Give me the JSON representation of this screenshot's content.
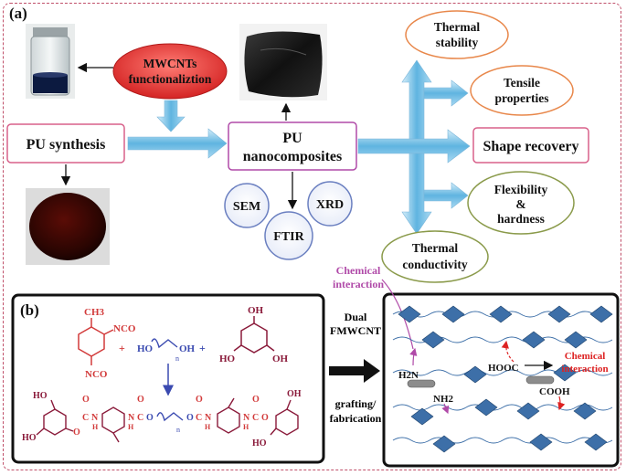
{
  "panel_a": {
    "label": "(a)",
    "mwcnt": [
      "MWCNTs",
      "functionaliztion"
    ],
    "pu_synthesis": "PU synthesis",
    "pu_nano": [
      "PU",
      "nanocomposites"
    ],
    "sem": "SEM",
    "ftir": "FTIR",
    "xrd": "XRD",
    "thermal_stability": [
      "Thermal",
      "stability"
    ],
    "tensile": [
      "Tensile",
      "properties"
    ],
    "shape_recovery": "Shape recovery",
    "flexibility": [
      "Flexibility",
      "&",
      "hardness"
    ],
    "thermal_conductivity": [
      "Thermal",
      "conductivity"
    ]
  },
  "panel_b": {
    "label": "(b)",
    "ch3": "CH3",
    "nco": "NCO",
    "oh": "OH",
    "ho": "HO",
    "plus": "+",
    "n": "n",
    "dual": [
      "Dual",
      "FMWCNT"
    ],
    "grafting": [
      "grafting/",
      "fabrication"
    ],
    "chem_int_top": [
      "Chemical",
      "interaction"
    ],
    "chem_int_right": [
      "Chemical",
      "interaction"
    ],
    "h2n": "H2N",
    "nh2": "NH2",
    "hooc": "HOOC",
    "cooh": "COOH",
    "o": "O",
    "c": "C",
    "nh": "N",
    "h": "H"
  },
  "colors": {
    "frame": "#c0506a",
    "red_ellipse": "#e0393a",
    "arrow_blue": "#7fc3e6",
    "pink_border": "#d8608a",
    "orange_border": "#e8874a",
    "green_border": "#8a9a4a",
    "purple_border": "#7a5aa8",
    "circle_border": "#6a7fc0",
    "diamond": "#3d6fa8",
    "molecule_red": "#d23a3a",
    "molecule_blue": "#3a4ab0",
    "molecule_maroon": "#8a1a3a"
  }
}
